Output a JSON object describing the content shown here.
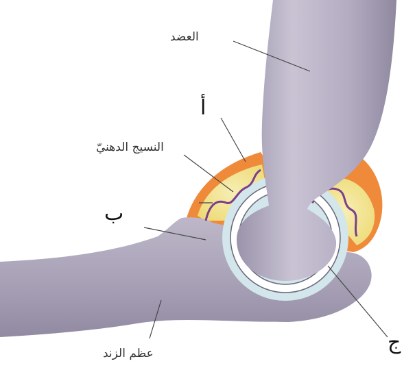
{
  "labels": {
    "humerus": "العضد",
    "fat_tissue": "النسيج الدهنيّ",
    "ulna": "عظم الزند",
    "a": "أ",
    "b": "ب",
    "c": "ج"
  },
  "colors": {
    "bone": "#aaa3b8",
    "bone_light": "#c9c3d4",
    "fat": "#f3e79a",
    "outer_membrane": "#ef8a3a",
    "synovial_membrane": "#7a3f8c",
    "fluid": "#d2e6ec"
  }
}
